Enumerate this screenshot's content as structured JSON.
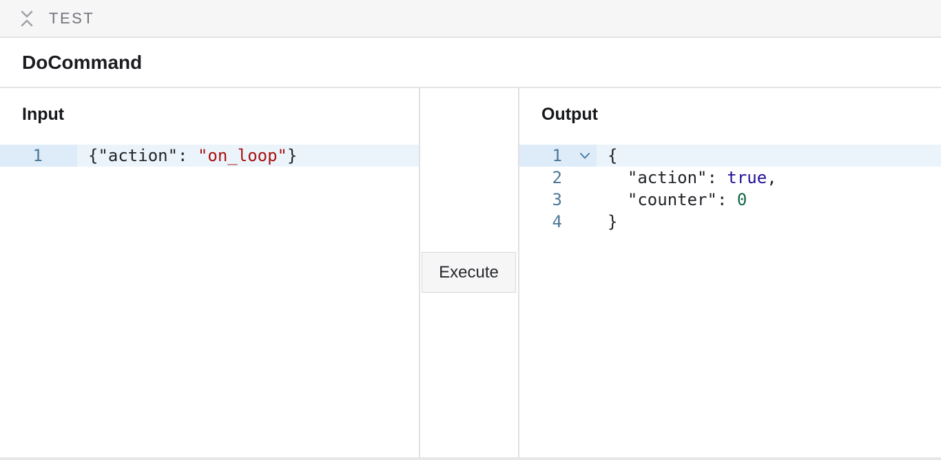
{
  "topbar": {
    "label": "TEST",
    "collapse_icon": "collapse-vertical-icon"
  },
  "header": {
    "title": "DoCommand"
  },
  "input_panel": {
    "heading": "Input",
    "editor": {
      "active_line": 1,
      "lines": [
        {
          "number": "1",
          "fold": false,
          "tokens": [
            {
              "text": "{\"action\": ",
              "type": "plain"
            },
            {
              "text": "\"on_loop\"",
              "type": "string"
            },
            {
              "text": "}",
              "type": "plain"
            }
          ]
        }
      ]
    }
  },
  "execute": {
    "label": "Execute"
  },
  "output_panel": {
    "heading": "Output",
    "editor": {
      "active_line": 1,
      "lines": [
        {
          "number": "1",
          "fold": true,
          "tokens": [
            {
              "text": "{",
              "type": "plain"
            }
          ]
        },
        {
          "number": "2",
          "fold": false,
          "tokens": [
            {
              "text": "  \"action\": ",
              "type": "plain"
            },
            {
              "text": "true",
              "type": "bool"
            },
            {
              "text": ",",
              "type": "plain"
            }
          ]
        },
        {
          "number": "3",
          "fold": false,
          "tokens": [
            {
              "text": "  \"counter\": ",
              "type": "plain"
            },
            {
              "text": "0",
              "type": "number"
            }
          ]
        },
        {
          "number": "4",
          "fold": false,
          "tokens": [
            {
              "text": "}",
              "type": "plain"
            }
          ]
        }
      ]
    }
  },
  "colors": {
    "topbar_bg": "#f6f6f7",
    "border": "#e3e3e6",
    "active_line_bg": "#ebf4fb",
    "active_gutter_bg": "#ddecf8",
    "line_number": "#4d7898",
    "string": "#aa1111",
    "boolean": "#221199",
    "number": "#116644",
    "code_default": "#212428",
    "button_bg": "#f6f6f7",
    "button_border": "#d7d7da"
  }
}
